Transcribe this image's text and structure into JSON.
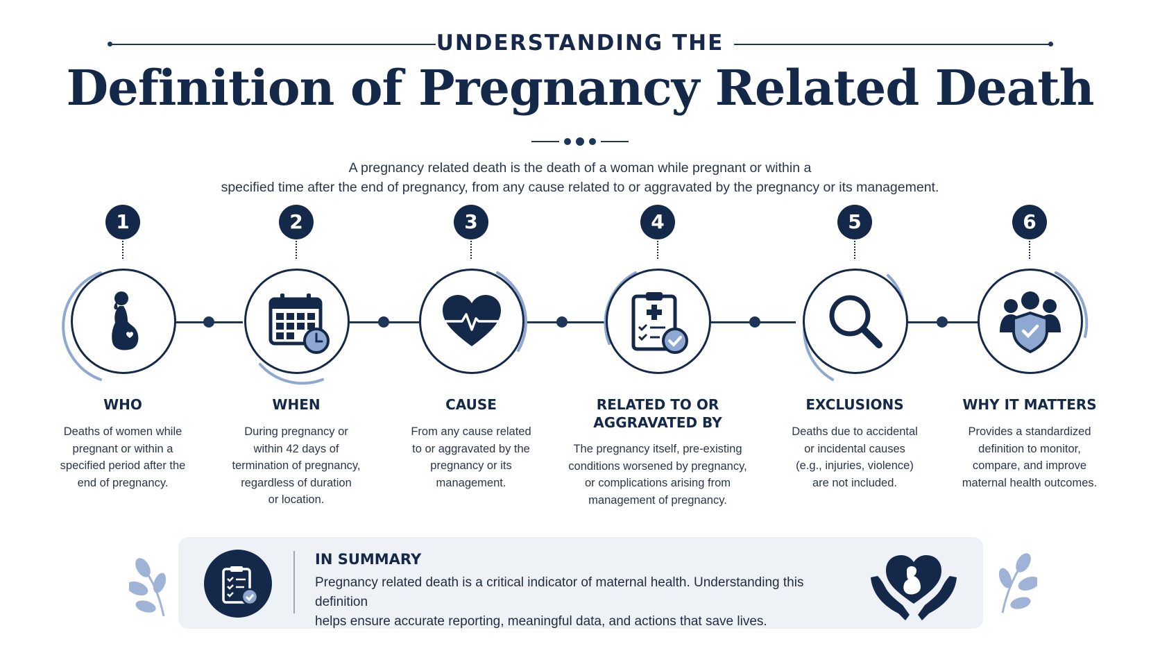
{
  "header": {
    "kicker": "UNDERSTANDING THE",
    "title": "Definition of Pregnancy Related Death",
    "intro_line1": "A pregnancy related death is the death of a woman while pregnant or within a",
    "intro_line2": "specified time after the end of pregnancy, from any cause related to or aggravated by the pregnancy or its management."
  },
  "steps": [
    {
      "number": "1",
      "label_line1": "WHO",
      "label_line2": "",
      "icon": "pregnant-woman-icon",
      "desc": [
        "Deaths of women while",
        "pregnant or within a",
        "specified period after the",
        "end of pregnancy."
      ]
    },
    {
      "number": "2",
      "label_line1": "WHEN",
      "label_line2": "",
      "icon": "calendar-clock-icon",
      "desc": [
        "During pregnancy or",
        "within 42 days of",
        "termination of pregnancy,",
        "regardless of duration",
        "or location."
      ]
    },
    {
      "number": "3",
      "label_line1": "CAUSE",
      "label_line2": "",
      "icon": "heart-pulse-icon",
      "desc": [
        "From any cause related",
        "to or aggravated by the",
        "pregnancy or its",
        "management."
      ]
    },
    {
      "number": "4",
      "label_line1": "RELATED TO OR",
      "label_line2": "AGGRAVATED BY",
      "icon": "medical-clipboard-icon",
      "desc": [
        "The pregnancy itself, pre-existing",
        "conditions worsened by pregnancy,",
        "or complications arising from",
        "management of pregnancy."
      ]
    },
    {
      "number": "5",
      "label_line1": "EXCLUSIONS",
      "label_line2": "",
      "icon": "magnifier-icon",
      "desc": [
        "Deaths due to accidental",
        "or incidental causes",
        "(e.g., injuries, violence)",
        "are not included."
      ]
    },
    {
      "number": "6",
      "label_line1": "WHY IT MATTERS",
      "label_line2": "",
      "icon": "people-shield-icon",
      "desc": [
        "Provides a standardized",
        "definition to monitor,",
        "compare, and improve",
        "maternal health outcomes."
      ]
    }
  ],
  "summary": {
    "title": "IN SUMMARY",
    "line1": "Pregnancy related death is a critical indicator of maternal health. Understanding this definition",
    "line2": "helps ensure accurate reporting, meaningful data, and actions that save lives.",
    "left_icon": "checklist-icon",
    "right_icon": "hands-heart-mother-icon"
  },
  "colors": {
    "navy": "#14294a",
    "accent_blue": "#8fa8d2",
    "panel": "#eef1f6"
  }
}
